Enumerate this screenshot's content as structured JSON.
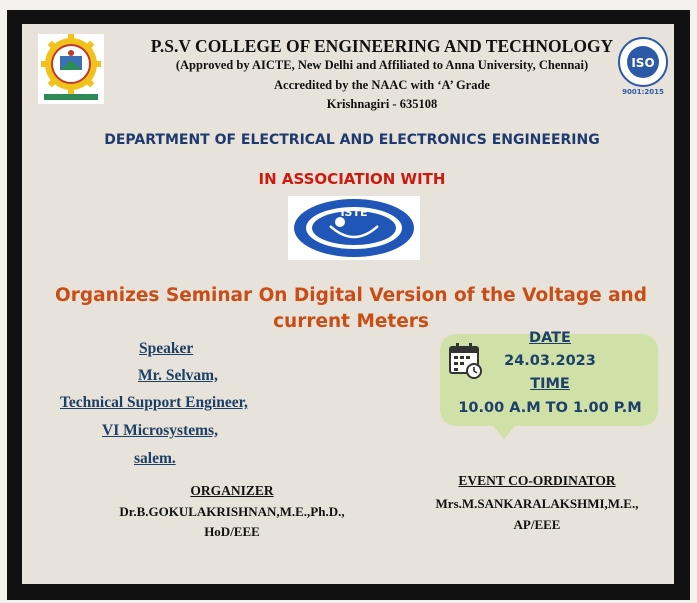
{
  "header": {
    "college_name": "P.S.V COLLEGE OF ENGINEERING AND TECHNOLOGY",
    "approval": "(Approved by AICTE, New Delhi and Affiliated to Anna University, Chennai)",
    "accreditation": "Accredited by the NAAC with ‘A’ Grade",
    "location": "Krishnagiri - 635108",
    "iso_text": "ISO",
    "iso_number": "9001:2015"
  },
  "department": "DEPARTMENT OF ELECTRICAL AND ELECTRONICS ENGINEERING",
  "association": "IN ASSOCIATION WITH",
  "iste_logo_text": "ISTE",
  "seminar_title_line1": "Organizes Seminar On Digital Version of the Voltage and",
  "seminar_title_line2": "current Meters",
  "speaker": {
    "heading": "Speaker",
    "name": "Mr. Selvam,",
    "designation": "Technical Support Engineer,",
    "company": "VI Microsystems,",
    "city": "salem."
  },
  "schedule": {
    "date_label": "DATE",
    "date_value": "24.03.2023",
    "time_label": "TIME",
    "time_value": "10.00 A.M TO 1.00 P.M"
  },
  "organizer": {
    "heading": "ORGANIZER",
    "name": "Dr.B.GOKULAKRISHNAN,M.E.,Ph.D.,",
    "role": "HoD/EEE"
  },
  "coordinator": {
    "heading": "EVENT CO-ORDINATOR",
    "name": "Mrs.M.SANKARALAKSHMI,M.E.,",
    "role": "AP/EEE"
  },
  "colors": {
    "department": "#1f3a6e",
    "association": "#cc1a10",
    "seminar": "#c84d17",
    "speaker": "#1c3f66",
    "date_box": "#cfe1a6"
  }
}
